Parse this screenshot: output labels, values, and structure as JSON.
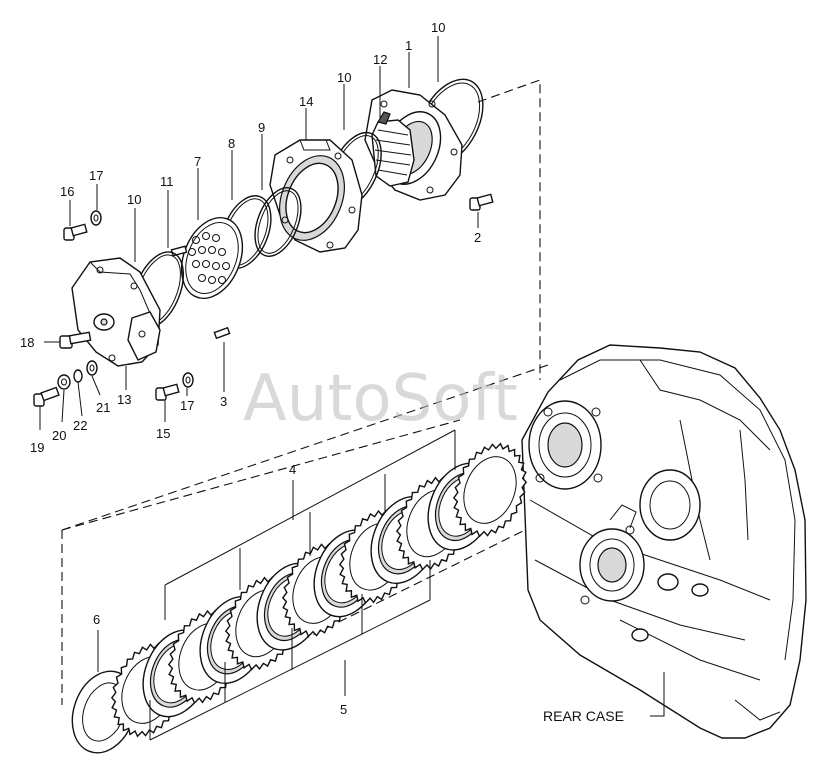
{
  "watermark": "AutoSoft",
  "case_label": "REAR CASE",
  "callouts": [
    {
      "id": "c1",
      "text": "1"
    },
    {
      "id": "c10a",
      "text": "10"
    },
    {
      "id": "c12",
      "text": "12"
    },
    {
      "id": "c10b",
      "text": "10"
    },
    {
      "id": "c14",
      "text": "14"
    },
    {
      "id": "c9",
      "text": "9"
    },
    {
      "id": "c8",
      "text": "8"
    },
    {
      "id": "c7",
      "text": "7"
    },
    {
      "id": "c11",
      "text": "11"
    },
    {
      "id": "c10c",
      "text": "10"
    },
    {
      "id": "c16",
      "text": "16"
    },
    {
      "id": "c17a",
      "text": "17"
    },
    {
      "id": "c2",
      "text": "2"
    },
    {
      "id": "c18",
      "text": "18"
    },
    {
      "id": "c3",
      "text": "3"
    },
    {
      "id": "c21",
      "text": "21"
    },
    {
      "id": "c13",
      "text": "13"
    },
    {
      "id": "c17b",
      "text": "17"
    },
    {
      "id": "c15",
      "text": "15"
    },
    {
      "id": "c22",
      "text": "22"
    },
    {
      "id": "c20",
      "text": "20"
    },
    {
      "id": "c19",
      "text": "19"
    },
    {
      "id": "c4",
      "text": "4"
    },
    {
      "id": "c6",
      "text": "6"
    },
    {
      "id": "c5",
      "text": "5"
    }
  ],
  "colors": {
    "ink": "#111111",
    "watermark": "#b9b9b9",
    "background": "#ffffff"
  }
}
